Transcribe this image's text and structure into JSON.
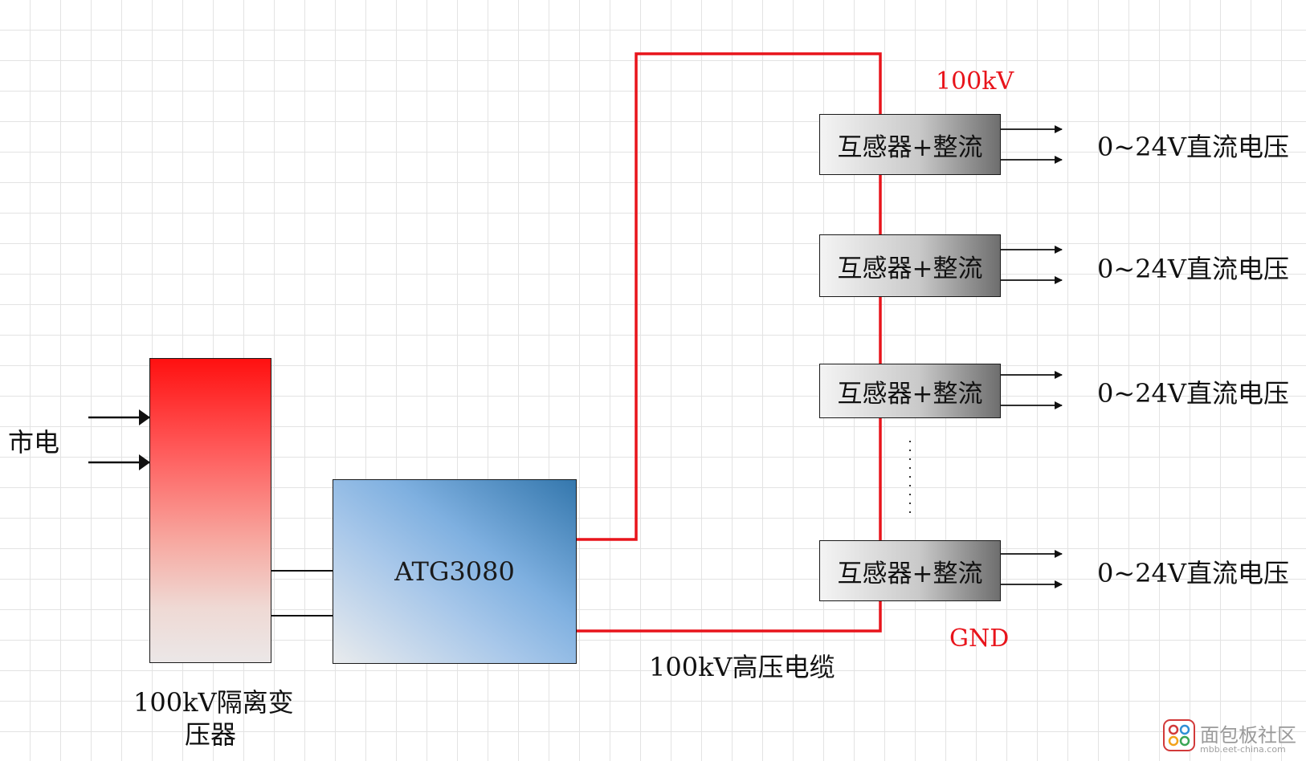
{
  "diagram": {
    "mains_label": "市电",
    "transformer_label_line1": "100kV隔离变",
    "transformer_label_line2": "压器",
    "generator_label": "ATG3080",
    "cable_label": "100kV高压电缆",
    "hv_terminal_label": "100kV",
    "ground_label": "GND",
    "modules": [
      {
        "label": "互感器+整流",
        "output": "0~24V直流电压"
      },
      {
        "label": "互感器+整流",
        "output": "0~24V直流电压"
      },
      {
        "label": "互感器+整流",
        "output": "0~24V直流电压"
      },
      {
        "label": "互感器+整流",
        "output": "0~24V直流电压"
      }
    ]
  },
  "colors": {
    "high_voltage_wire": "#e8141b",
    "signal_wire": "#111111",
    "hv_text": "#e8141b",
    "grid": "#e3e3e3"
  },
  "watermark": {
    "title": "面包板社区",
    "url": "mbb.eet-china.com"
  }
}
